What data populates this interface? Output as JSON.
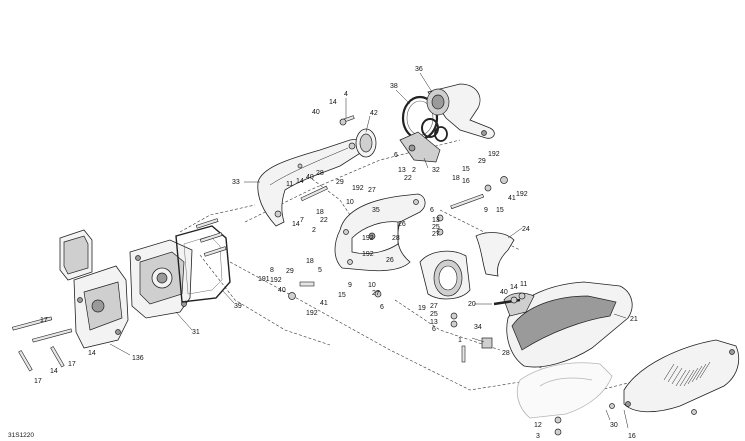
{
  "diagram": {
    "reference_code": "31S1220",
    "callouts": [
      {
        "id": "c36",
        "text": "36"
      },
      {
        "id": "c38",
        "text": "38"
      },
      {
        "id": "c4",
        "text": "4"
      },
      {
        "id": "c14a",
        "text": "14"
      },
      {
        "id": "c40a",
        "text": "40"
      },
      {
        "id": "c42",
        "text": "42"
      },
      {
        "id": "c6a",
        "text": "6"
      },
      {
        "id": "c32",
        "text": "32"
      },
      {
        "id": "c33",
        "text": "33"
      },
      {
        "id": "c11a",
        "text": "11"
      },
      {
        "id": "c14b",
        "text": "14"
      },
      {
        "id": "c40b",
        "text": "40"
      },
      {
        "id": "c28a",
        "text": "28"
      },
      {
        "id": "c29a",
        "text": "29"
      },
      {
        "id": "c192a",
        "text": "192"
      },
      {
        "id": "c27a",
        "text": "27"
      },
      {
        "id": "c13a",
        "text": "13"
      },
      {
        "id": "c22a",
        "text": "22"
      },
      {
        "id": "c2a",
        "text": "2"
      },
      {
        "id": "c15a",
        "text": "15"
      },
      {
        "id": "c16",
        "text": "16"
      },
      {
        "id": "c18a",
        "text": "18"
      },
      {
        "id": "c29b",
        "text": "29"
      },
      {
        "id": "c192b",
        "text": "192"
      },
      {
        "id": "c9a",
        "text": "9"
      },
      {
        "id": "c41a",
        "text": "41"
      },
      {
        "id": "c192c",
        "text": "192"
      },
      {
        "id": "c15b",
        "text": "15"
      },
      {
        "id": "c10a",
        "text": "10"
      },
      {
        "id": "c18b",
        "text": "18"
      },
      {
        "id": "c35",
        "text": "35"
      },
      {
        "id": "c14c",
        "text": "14"
      },
      {
        "id": "c7",
        "text": "7"
      },
      {
        "id": "c22b",
        "text": "22"
      },
      {
        "id": "c2b",
        "text": "2"
      },
      {
        "id": "c192d",
        "text": "192"
      },
      {
        "id": "c26a",
        "text": "26"
      },
      {
        "id": "c28b",
        "text": "28"
      },
      {
        "id": "c6b",
        "text": "6"
      },
      {
        "id": "c13b",
        "text": "13"
      },
      {
        "id": "c25a",
        "text": "25"
      },
      {
        "id": "c27b",
        "text": "27"
      },
      {
        "id": "c24",
        "text": "24"
      },
      {
        "id": "c18c",
        "text": "18"
      },
      {
        "id": "c5",
        "text": "5"
      },
      {
        "id": "c192e",
        "text": "192"
      },
      {
        "id": "c26b",
        "text": "26"
      },
      {
        "id": "c191",
        "text": "191"
      },
      {
        "id": "c8",
        "text": "8"
      },
      {
        "id": "c29c",
        "text": "29"
      },
      {
        "id": "c192f",
        "text": "192"
      },
      {
        "id": "c40c",
        "text": "40"
      },
      {
        "id": "c41b",
        "text": "41"
      },
      {
        "id": "c15c",
        "text": "15"
      },
      {
        "id": "c9b",
        "text": "9"
      },
      {
        "id": "c192g",
        "text": "192"
      },
      {
        "id": "c10b",
        "text": "10"
      },
      {
        "id": "c27c",
        "text": "27"
      },
      {
        "id": "c6c",
        "text": "6"
      },
      {
        "id": "c39",
        "text": "39"
      },
      {
        "id": "c31",
        "text": "31"
      },
      {
        "id": "c19",
        "text": "19"
      },
      {
        "id": "c27d",
        "text": "27"
      },
      {
        "id": "c25b",
        "text": "25"
      },
      {
        "id": "c13c",
        "text": "13"
      },
      {
        "id": "c6d",
        "text": "6"
      },
      {
        "id": "c20",
        "text": "20"
      },
      {
        "id": "c40d",
        "text": "40"
      },
      {
        "id": "c14d",
        "text": "14"
      },
      {
        "id": "c11b",
        "text": "11"
      },
      {
        "id": "c21",
        "text": "21"
      },
      {
        "id": "c34",
        "text": "34"
      },
      {
        "id": "c1",
        "text": "1"
      },
      {
        "id": "c28c",
        "text": "28"
      },
      {
        "id": "c17a",
        "text": "17"
      },
      {
        "id": "c14e",
        "text": "14"
      },
      {
        "id": "c17b",
        "text": "17"
      },
      {
        "id": "c14f",
        "text": "14"
      },
      {
        "id": "c17c",
        "text": "17"
      },
      {
        "id": "c136",
        "text": "136"
      },
      {
        "id": "c12",
        "text": "12"
      },
      {
        "id": "c3",
        "text": "3"
      },
      {
        "id": "c30",
        "text": "30"
      },
      {
        "id": "c16b",
        "text": "16"
      }
    ]
  }
}
